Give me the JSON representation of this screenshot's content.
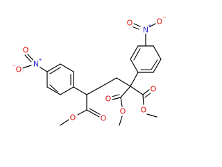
{
  "atoms": {
    "nitro_left_n": "N",
    "nitro_left_n_charge": "+",
    "nitro_left_o_top": "O",
    "nitro_left_o_bottom": "O",
    "nitro_left_o_charge": "−",
    "nitro_right_n": "N",
    "nitro_right_n_charge": "+",
    "nitro_right_o_left": "O",
    "nitro_right_o_right": "O",
    "nitro_right_o_charge": "−",
    "ester_left_o_carbonyl": "O",
    "ester_left_o_ether": "O",
    "ester_mid_o_carbonyl": "O",
    "ester_mid_o_ether": "O",
    "ester_right_o_carbonyl": "O",
    "ester_right_o_ether": "O"
  },
  "colors": {
    "nitrogen": "#2a2ad4",
    "oxygen": "#e01010",
    "bond": "#000000"
  }
}
